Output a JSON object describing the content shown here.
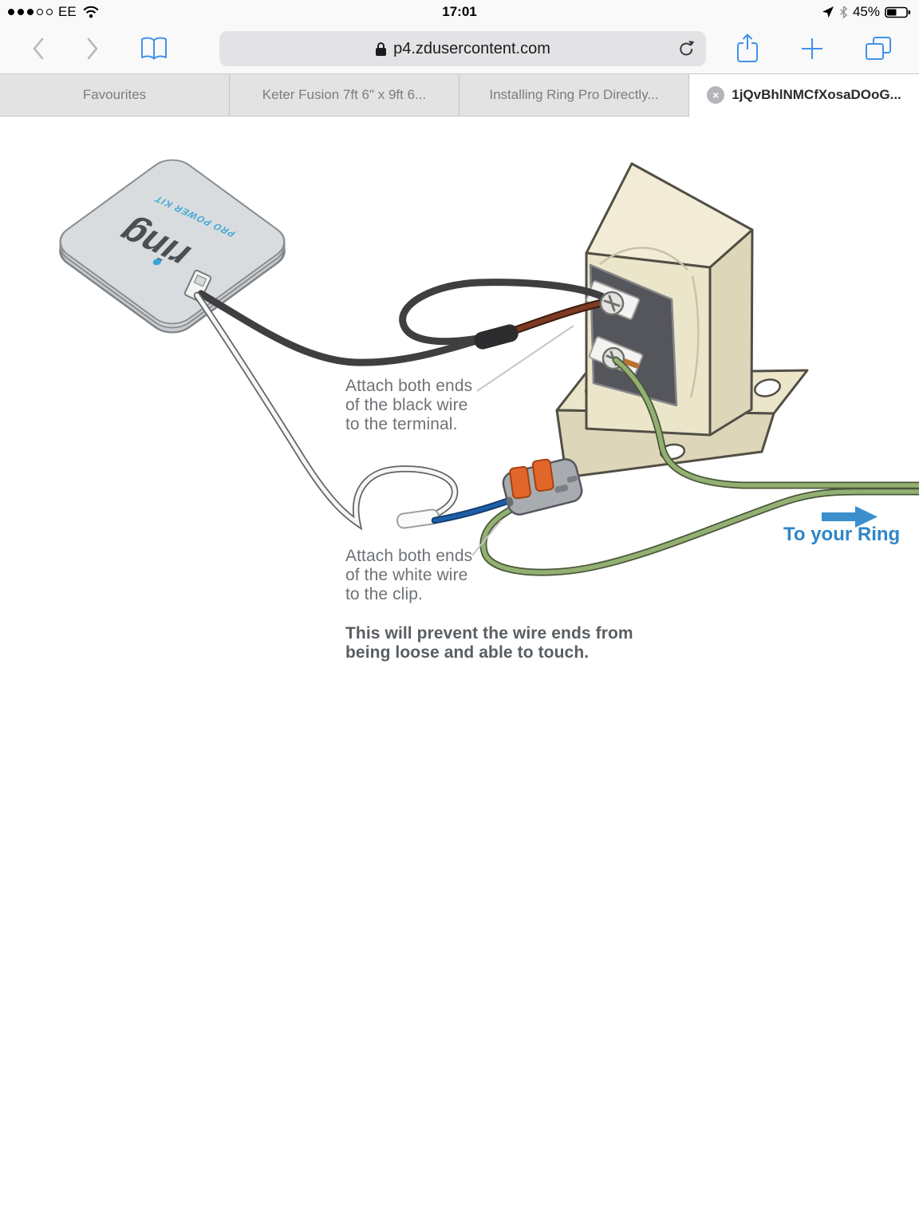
{
  "status_bar": {
    "carrier": "EE",
    "time": "17:01",
    "battery_percent": "45%"
  },
  "toolbar": {
    "url": "p4.zdusercontent.com"
  },
  "tab_bar": {
    "tabs": [
      {
        "label": "Favourites",
        "active": false
      },
      {
        "label": "Keter Fusion 7ft 6\" x 9ft 6...",
        "active": false
      },
      {
        "label": "Installing Ring Pro Directly...",
        "active": false
      },
      {
        "label": "1jQvBhlNMCfXosaDOoG...",
        "active": true
      }
    ],
    "close_glyph": "×"
  },
  "diagram": {
    "device_logo": "ring",
    "device_sublabel": "PRO POWER KIT",
    "note_black_wire": "Attach both ends\nof the black wire\nto the terminal.",
    "note_white_wire": "Attach both ends\nof the white wire\nto the clip.",
    "note_warning": "This will prevent the wire ends from\nbeing loose and able to touch.",
    "arrow_label": "To your Ring",
    "colors": {
      "safari_tint": "#4191ec",
      "ring_logo_blue": "#3fa7d6",
      "diagram_blue": "#2f86c8",
      "wire_green": "#93b073",
      "clip_orange": "#e2662a",
      "transformer_cream": "#ebe5ca"
    }
  }
}
